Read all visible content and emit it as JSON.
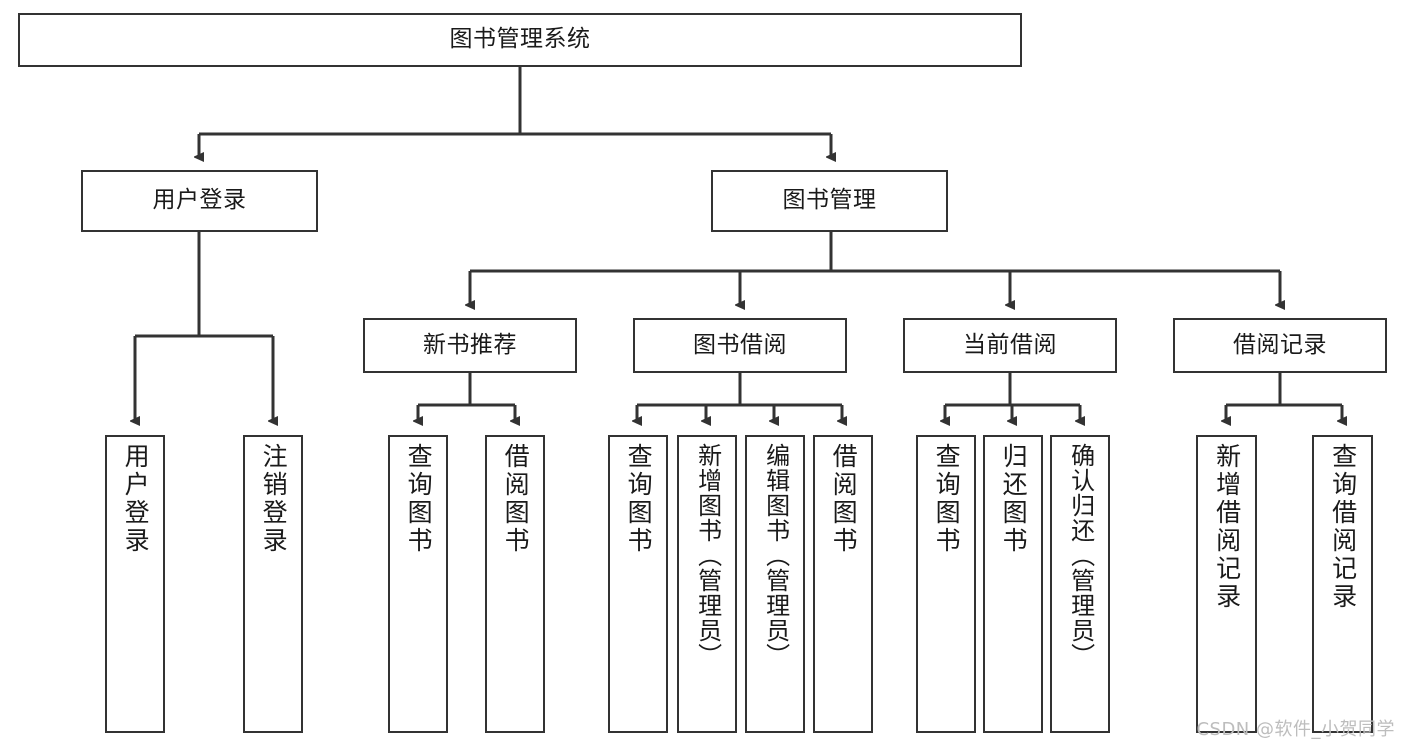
{
  "diagram": {
    "title": "图书管理系统",
    "type": "tree-hierarchy",
    "orientation": "top-down",
    "colors": {
      "background": "#ffffff",
      "box_border": "#333333",
      "box_fill": "#ffffff",
      "connector": "#333333",
      "text": "#1a1a1a",
      "watermark": "#bdbdbd"
    }
  },
  "nodes": {
    "root": {
      "label": "图书管理系统"
    },
    "level2": [
      {
        "label": "用户登录"
      },
      {
        "label": "图书管理"
      }
    ],
    "level3": [
      {
        "label": "新书推荐"
      },
      {
        "label": "图书借阅"
      },
      {
        "label": "当前借阅"
      },
      {
        "label": "借阅记录"
      }
    ],
    "leaves": {
      "user_login": [
        {
          "label": "用户登录"
        },
        {
          "label": "注销登录"
        }
      ],
      "new_book_recommend": [
        {
          "label": "查询图书"
        },
        {
          "label": "借阅图书"
        }
      ],
      "book_borrow": [
        {
          "label": "查询图书"
        },
        {
          "label": "新增图书（管理员）"
        },
        {
          "label": "编辑图书（管理员）"
        },
        {
          "label": "借阅图书"
        }
      ],
      "current_borrow": [
        {
          "label": "查询图书"
        },
        {
          "label": "归还图书"
        },
        {
          "label": "确认归还（管理员）"
        }
      ],
      "borrow_record": [
        {
          "label": "新增借阅记录"
        },
        {
          "label": "查询借阅记录"
        }
      ]
    }
  },
  "watermark": {
    "text": "CSDN @软件_小贺同学"
  }
}
